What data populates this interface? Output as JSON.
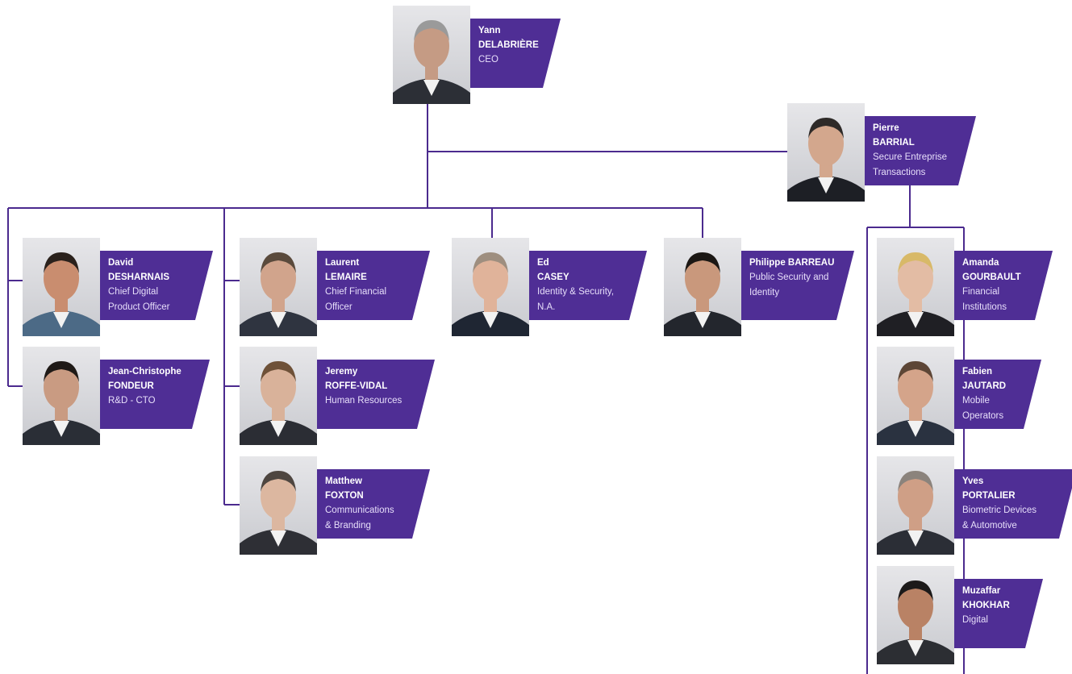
{
  "colors": {
    "accent": "#4f2e95",
    "line": "#4b2a8e"
  },
  "people": {
    "yann": {
      "first": "Yann",
      "last": "DELABRIÈRE",
      "role": "CEO"
    },
    "pierre": {
      "first": "Pierre",
      "last": "BARRIAL",
      "role": "Secure Entreprise\nTransactions"
    },
    "david": {
      "first": "David",
      "last": "DESHARNAIS",
      "role": "Chief Digital\nProduct Officer"
    },
    "jc": {
      "first": "Jean-Christophe",
      "last": "FONDEUR",
      "role": "R&D - CTO"
    },
    "laurent": {
      "first": "Laurent",
      "last": "LEMAIRE",
      "role": "Chief Financial\nOfficer"
    },
    "jeremy": {
      "first": "Jeremy",
      "last": "ROFFE-VIDAL",
      "role": "Human Resources"
    },
    "matthew": {
      "first": "Matthew",
      "last": "FOXTON",
      "role": "Communications\n& Branding"
    },
    "ed": {
      "first": "Ed",
      "last": "CASEY",
      "role": "Identity & Security,\nN.A."
    },
    "philippe": {
      "first": "Philippe BARREAU",
      "last": "",
      "role": "Public Security and\nIdentity"
    },
    "amanda": {
      "first": "Amanda",
      "last": "GOURBAULT",
      "role": "Financial\nInstitutions"
    },
    "fabien": {
      "first": "Fabien",
      "last": "JAUTARD",
      "role": "Mobile\nOperators"
    },
    "yves": {
      "first": "Yves",
      "last": "PORTALIER",
      "role": "Biometric Devices\n& Automotive"
    },
    "muzaffar": {
      "first": "Muzaffar",
      "last": "KHOKHAR",
      "role": "Digital"
    }
  }
}
